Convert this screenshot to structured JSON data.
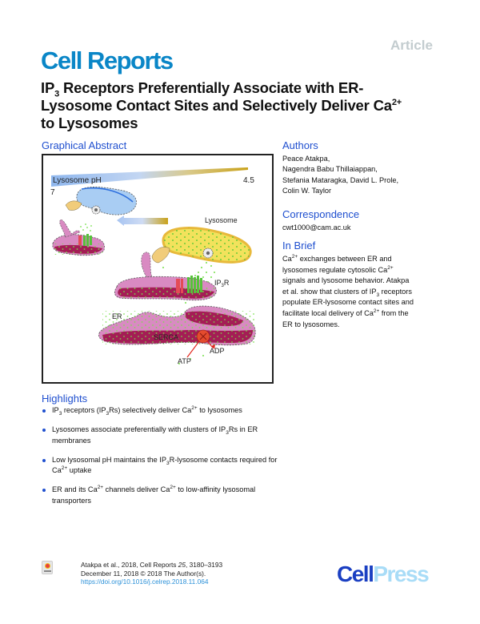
{
  "header": {
    "article_type": "Article",
    "journal": "Cell Reports"
  },
  "title": {
    "line1_pre": "IP",
    "line1_sub": "3",
    "line1_post": " Receptors Preferentially Associate with ER-",
    "line2_pre": "Lysosome Contact Sites and Selectively Deliver Ca",
    "line2_sup": "2+",
    "line3": "to Lysosomes"
  },
  "graphical_abstract": {
    "heading": "Graphical Abstract",
    "labels": {
      "ph_bar": "Lysosome pH",
      "ph_high": "7",
      "ph_low": "4.5",
      "lysosome": "Lysosome",
      "ip3r": "IP",
      "ip3r_sub": "3",
      "ip3r_post": "R",
      "er": "ER",
      "serca": "SERCA",
      "atp": "ATP",
      "adp": "ADP"
    },
    "colors": {
      "ph_start": "#8fb7ee",
      "ph_end": "#c9a21a",
      "er": "#d98ac2",
      "er_lumen": "#a41d55",
      "lysosome": "#f2e25c",
      "lysosome_rim": "#e8b93b",
      "neutral_lysosome": "#a9cdf3",
      "ca_dots": "#76e04a",
      "ip3r": "#56c23a",
      "serca": "#e44b2e",
      "tether": "#f1cc7a"
    }
  },
  "authors": {
    "heading": "Authors",
    "lines": [
      "Peace Atakpa,",
      "Nagendra Babu Thillaiappan,",
      "Stefania Mataragka, David L. Prole,",
      "Colin W. Taylor"
    ]
  },
  "correspondence": {
    "heading": "Correspondence",
    "email": "cwt1000@cam.ac.uk"
  },
  "in_brief": {
    "heading": "In Brief",
    "segments": [
      {
        "t": "Ca"
      },
      {
        "sup": "2+"
      },
      {
        "t": " exchanges between ER and"
      },
      {
        "br": true
      },
      {
        "t": "lysosomes regulate cytosolic Ca"
      },
      {
        "sup": "2+"
      },
      {
        "br": true
      },
      {
        "t": "signals and lysosome behavior. Atakpa"
      },
      {
        "br": true
      },
      {
        "t": "et al. show that clusters of IP"
      },
      {
        "sub": "3"
      },
      {
        "t": " receptors"
      },
      {
        "br": true
      },
      {
        "t": "populate ER-lysosome contact sites and"
      },
      {
        "br": true
      },
      {
        "t": "facilitate local delivery of Ca"
      },
      {
        "sup": "2+"
      },
      {
        "t": " from the"
      },
      {
        "br": true
      },
      {
        "t": "ER to lysosomes."
      }
    ]
  },
  "highlights": {
    "heading": "Highlights",
    "items": [
      [
        {
          "t": "IP"
        },
        {
          "sub": "3"
        },
        {
          "t": " receptors (IP"
        },
        {
          "sub": "3"
        },
        {
          "t": "Rs) selectively deliver Ca"
        },
        {
          "sup": "2+"
        },
        {
          "t": " to lysosomes"
        }
      ],
      [
        {
          "t": "Lysosomes associate preferentially with clusters of IP"
        },
        {
          "sub": "3"
        },
        {
          "t": "Rs in ER membranes"
        }
      ],
      [
        {
          "t": "Low lysosomal pH maintains the IP"
        },
        {
          "sub": "3"
        },
        {
          "t": "R-lysosome contacts required for Ca"
        },
        {
          "sup": "2+"
        },
        {
          "t": " uptake"
        }
      ],
      [
        {
          "t": "ER and its Ca"
        },
        {
          "sup": "2+"
        },
        {
          "t": " channels deliver Ca"
        },
        {
          "sup": "2+"
        },
        {
          "t": " to low-affinity lysosomal transporters"
        }
      ]
    ]
  },
  "footer": {
    "citation_authors": "Atakpa et al., 2018, Cell Reports ",
    "volume": "25",
    "pages": ", 3180–3193",
    "date_line": "December 11, 2018 © 2018 The Author(s).",
    "doi": "https://doi.org/10.1016/j.celrep.2018.11.064",
    "badge": "check-for-updates",
    "publisher_cell": "Cell",
    "publisher_press": "Press"
  }
}
